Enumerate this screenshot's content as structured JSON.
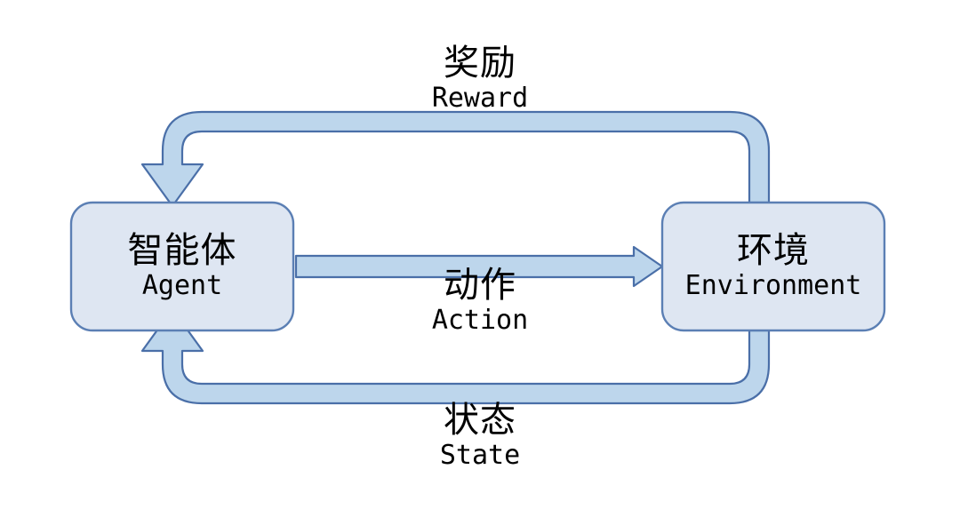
{
  "diagram": {
    "type": "cycle-flow",
    "title_cn": "",
    "colors": {
      "node_fill": "#dee6f2",
      "node_stroke": "#5b7fb4",
      "arrow_fill": "#bdd6ec",
      "arrow_stroke": "#4a6fa8",
      "text": "#000000",
      "background": "#ffffff"
    },
    "nodes": [
      {
        "id": "agent",
        "label_cn": "智能体",
        "label_en": "Agent"
      },
      {
        "id": "environment",
        "label_cn": "环境",
        "label_en": "Environment"
      }
    ],
    "edges": [
      {
        "id": "reward",
        "from": "environment",
        "to": "agent",
        "label_cn": "奖励",
        "label_en": "Reward",
        "shape": "curved-block-arrow-top"
      },
      {
        "id": "action",
        "from": "agent",
        "to": "environment",
        "label_cn": "动作",
        "label_en": "Action",
        "shape": "straight-block-arrow"
      },
      {
        "id": "state",
        "from": "environment",
        "to": "agent",
        "label_cn": "状态",
        "label_en": "State",
        "shape": "curved-block-arrow-bottom"
      }
    ]
  }
}
